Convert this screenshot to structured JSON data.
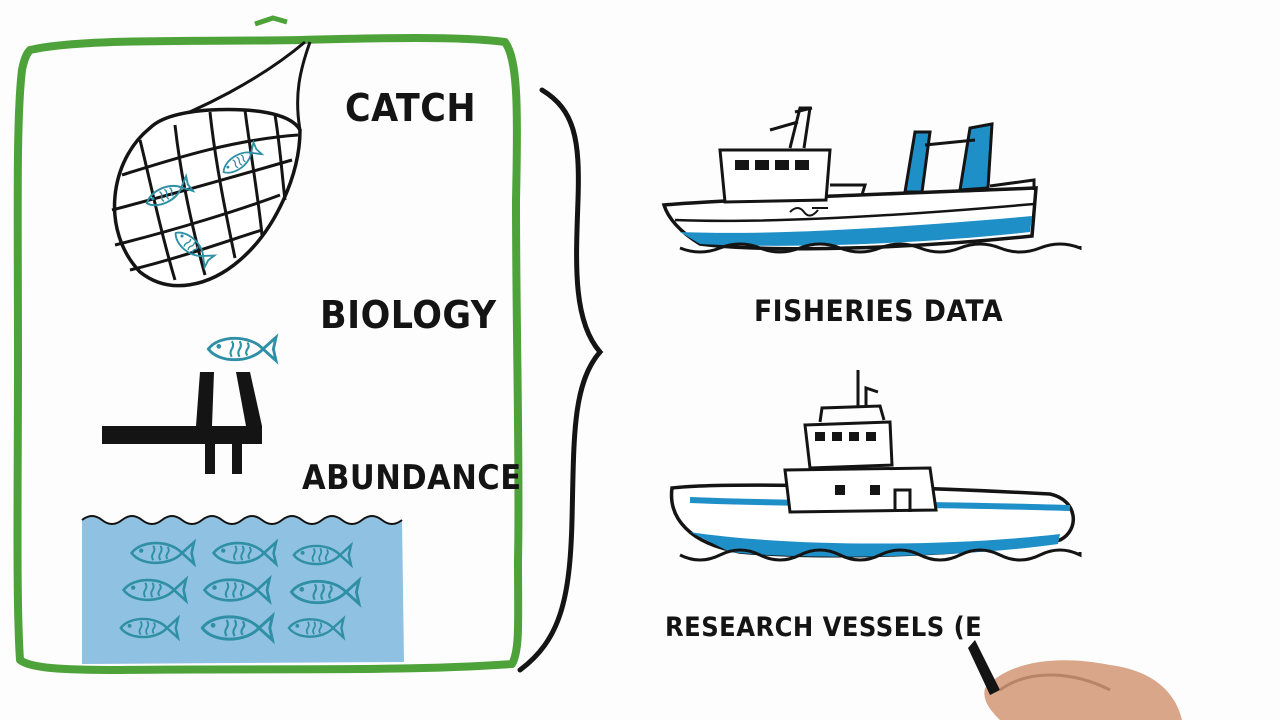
{
  "labels": {
    "catch": "CATCH",
    "biology": "BIOLOGY",
    "abundance": "ABUNDANCE",
    "fisheries_data": "FISHERIES DATA",
    "research_vessels": "RESEARCH VESSELS (E"
  },
  "colors": {
    "frame_green": "#4ea23a",
    "water_blue": "#8fc1e3",
    "fish_teal": "#2f8fa5",
    "hull_blue": "#1f8fc8",
    "ink": "#141414",
    "skin": "#d9a68a"
  },
  "icons": [
    "fishing-net-icon",
    "fish-measuring-board-icon",
    "fish-school-water-icon",
    "fishing-trawler-icon",
    "research-vessel-icon",
    "curly-brace-icon",
    "drawing-hand-icon"
  ]
}
